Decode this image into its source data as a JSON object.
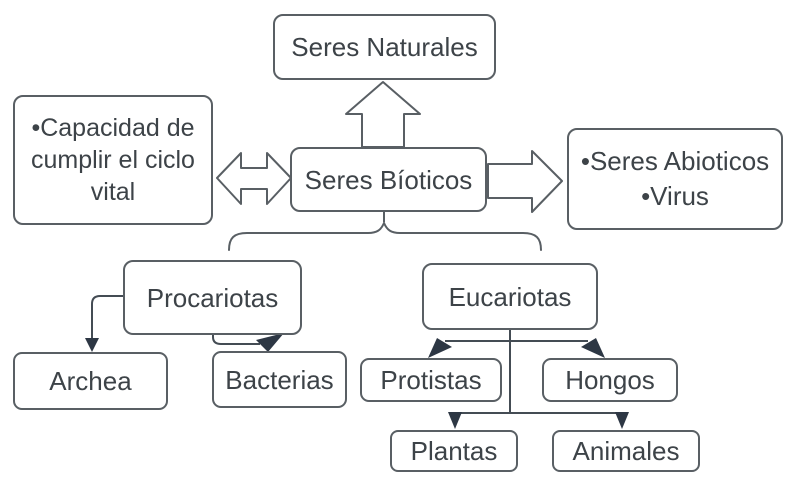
{
  "diagram": {
    "nodes": {
      "seres_naturales": {
        "label": "Seres Naturales"
      },
      "capacidad": {
        "lines": [
          "•Capacidad de",
          "cumplir el ciclo",
          "vital"
        ]
      },
      "seres_bioticos": {
        "label": "Seres Bíoticos"
      },
      "abioticos": {
        "lines": [
          "•Seres Abioticos",
          "•Virus"
        ]
      },
      "procariotas": {
        "label": "Procariotas"
      },
      "eucariotas": {
        "label": "Eucariotas"
      },
      "archea": {
        "label": "Archea"
      },
      "bacterias": {
        "label": "Bacterias"
      },
      "protistas": {
        "label": "Protistas"
      },
      "hongos": {
        "label": "Hongos"
      },
      "plantas": {
        "label": "Plantas"
      },
      "animales": {
        "label": "Animales"
      }
    },
    "colors": {
      "background": "#ffffff",
      "box_border": "#595f64",
      "text": "#3d4348",
      "connector": "#444c54",
      "arrowhead": "#2d3744"
    }
  }
}
